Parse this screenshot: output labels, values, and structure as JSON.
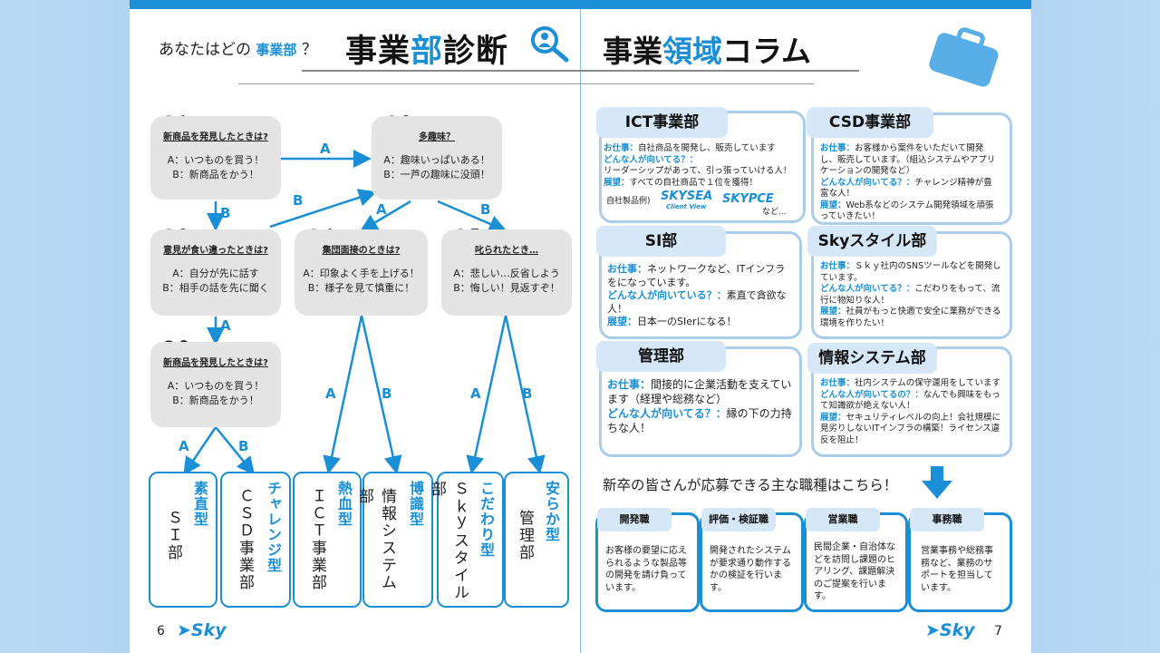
{
  "left": {
    "intro_a": "あなたはどの",
    "intro_em": "事業部",
    "intro_b": "？",
    "title_a": "事業",
    "title_b": "部",
    "title_c": "診断",
    "q1": {
      "label": "Q１",
      "question": "新商品を発見したときは?",
      "optA": "A：いつものを買う！",
      "optB": "B：新商品をかう！"
    },
    "q2": {
      "label": "Q２",
      "question": "意見が食い違ったときは?",
      "optA": "A：自分が先に話す",
      "optB": "B：相手の話を先に聞く"
    },
    "q3": {
      "label": "Q３",
      "question": "多趣味？",
      "optA": "A：趣味いっぱいある！",
      "optB": "B：一芦の趣味に没頭！"
    },
    "q4": {
      "label": "Q４",
      "question": "集団面接のときは?",
      "optA": "A：印象よく手を上げる！",
      "optB": "B：様子を見て慎重に！"
    },
    "q5": {
      "label": "Q５",
      "question": "叱られたとき…",
      "optA": "A：悲しい…反省しよう",
      "optB": "B：悔しい！見返すぞ！"
    },
    "q6": {
      "label": "Q６",
      "question": "新商品を発見したときは?",
      "optA": "A：いつものを買う！",
      "optB": "B：新商品をかう！"
    },
    "arrow_a": "A",
    "arrow_b": "B",
    "results": [
      {
        "dept": "ＳＩ部",
        "type": "素直型"
      },
      {
        "dept": "ＣＳＤ事業部",
        "type": "チャレンジ型"
      },
      {
        "dept": "ＩＣＴ事業部",
        "type": "熱血型"
      },
      {
        "dept": "情報システム部",
        "type": "博識型"
      },
      {
        "dept": "Ｓｋｙスタイル部",
        "type": "こだわり型"
      },
      {
        "dept": "管理部",
        "type": "安らか型"
      }
    ],
    "page_number": "6",
    "logo": "Sky"
  },
  "right": {
    "title_a": "事業",
    "title_b": "領域",
    "title_c": "コラム",
    "label_work": "お仕事：",
    "label_fit": "どんな人が向いてる？：",
    "label_fit2": "どんな人が向いている？：",
    "label_fit3": "どんな人が向いてるの？：",
    "label_vision": "展望：",
    "ict": {
      "name": "ICT事業部",
      "work": "自社商品を開発し、販売しています",
      "fit": "リーダーシップがあって、引っ張っていける人！",
      "vision": "すべての自社商品で１位を獲得！",
      "products_label": "自社製品例)",
      "product1": "SKYSEA",
      "product1_sub": "Client View",
      "product2": "SKYPCE",
      "etc": "など..."
    },
    "csd": {
      "name": "CSD事業部",
      "work": "お客様から案件をいただいて開発し、販売しています。（組込システムやアプリケーションの開発など）",
      "fit": "チャレンジ精神が豊富な人！",
      "vision": "Web系などのシステム開発領域を頑張っていきたい！"
    },
    "si": {
      "name": "SI部",
      "work": "ネットワークなど、ITインフラをになっています。",
      "fit": "素直で貪欲な人！",
      "vision": "日本一のSIerになる！"
    },
    "skystyle": {
      "name": "Skyスタイル部",
      "work": "Ｓｋｙ社内のSNSツールなどを開発しています。",
      "fit": "こだわりをもって、流行に物知りな人！",
      "vision": "社員がもっと快適で安全に業務ができる環境を作りたい！"
    },
    "kanri": {
      "name": "管理部",
      "work": "間接的に企業活動を支えています（経理や総務など）",
      "fit": "縁の下の力持ちな人！"
    },
    "joho": {
      "name": "情報システム部",
      "work": "社内システムの保守運用をしています",
      "fit": "なんでも興味をもって知識欲が絶えない人！",
      "vision": "セキュリティレベルの向上！会社規模に見劣りしないITインフラの構築！ライセンス違反を阻止！"
    },
    "jobs_heading": "新卒の皆さんが応募できる主な職種はこちら！",
    "jobs": [
      {
        "name": "開発職",
        "desc": "お客様の要望に応えられるような製品等の開発を請け負っています。"
      },
      {
        "name": "評価・検証職",
        "desc": "開発されたシステムが要求通り動作するかの検証を行います。"
      },
      {
        "name": "営業職",
        "desc": "民間企業・自治体などを訪問し課題のヒアリング、課題解決のご提案を行います。"
      },
      {
        "name": "事務職",
        "desc": "営業事務や総務事務など、業務のサポートを担当しています。"
      }
    ],
    "page_number": "7",
    "logo": "Sky"
  },
  "colors": {
    "accent": "#1a8fd6",
    "card_border": "#a9cdea",
    "tab_bg": "#d6e8f7",
    "q_bg": "#e4e4e4"
  }
}
